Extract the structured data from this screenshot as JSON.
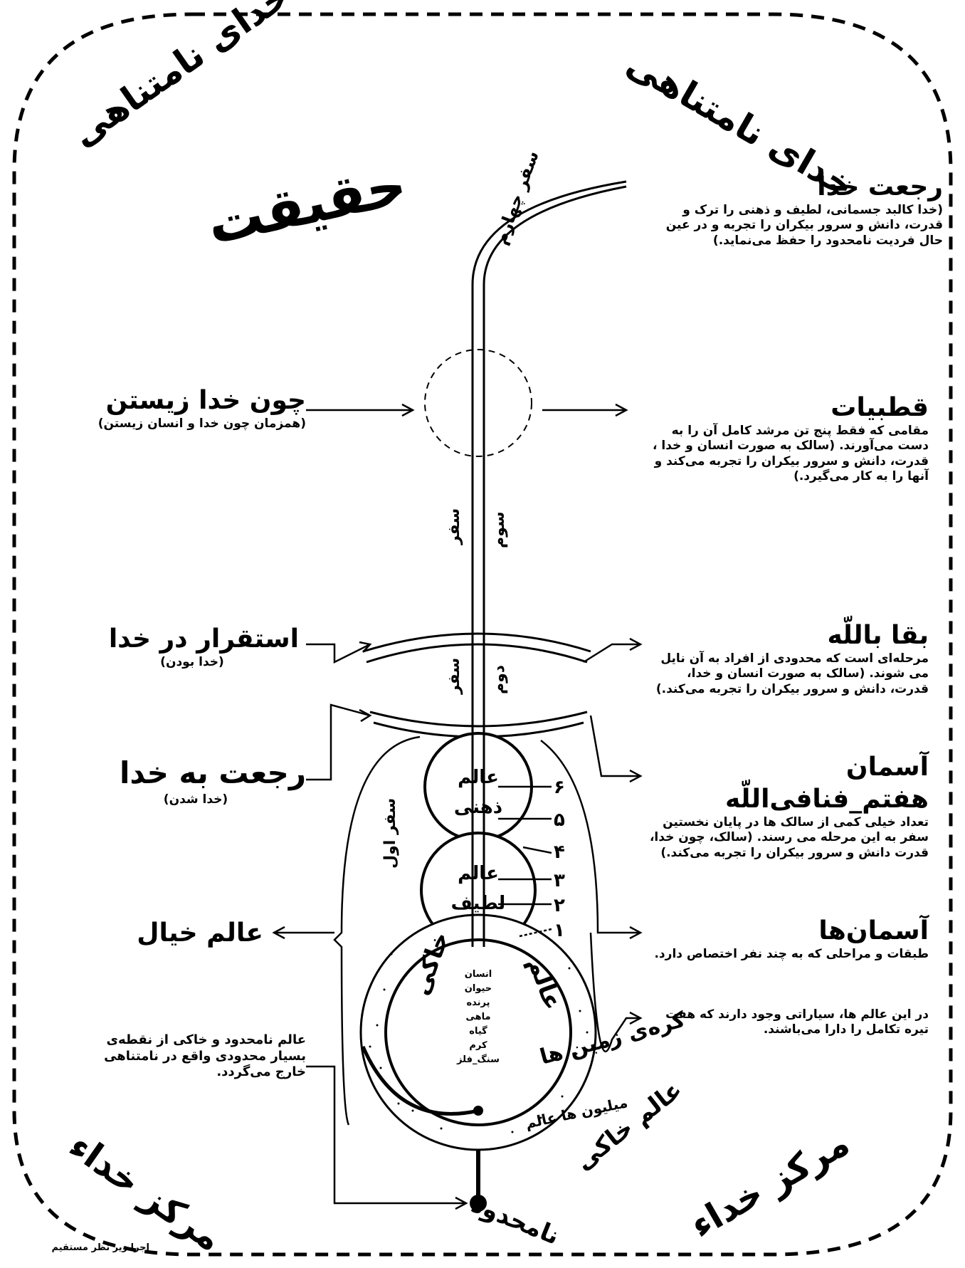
{
  "corners": {
    "top_left": "خدای نامتناهی",
    "top_right": "خدای نامتناهی",
    "bottom_left": "مرکز خداء",
    "bottom_right": "مرکز خداء"
  },
  "title": "حقیقت",
  "right_labels": {
    "rojat_khoda": {
      "title": "رجعت خدا",
      "text": "(خدا کالبد جسمانی، لطیف و ذهنی را ترک و قدرت، دانش و سرور بیکران را تجربه و در عین حال فردیت نامحدود را حفظ می‌نماید.)"
    },
    "qotbiyat": {
      "title": "قطبیات",
      "text": "مقامی که فقط پنج تن مرشد کامل آن را به دست می‌آورند. (سالک به صورت انسان و خدا ، قدرت، دانش و سرور بیکران را تجربه می‌کند و آنها را به کار می‌گیرد.)"
    },
    "baqa": {
      "title": "بقا باللّه",
      "text": "مرحله‌ای است که محدودی از افراد به آن نایل می شوند. (سالک به صورت انسان و خدا، قدرت، دانش و سرور بیکران را تجربه می‌کند.)"
    },
    "aseman_haftom": {
      "title": "آسمان هفتم_فنافی‌اللّه",
      "text": "تعداد خیلی کمی از سالک ها در پایان نخستین سفر به این مرحله می رسند. (سالک، چون خدا، قدرت دانش و سرور بیکران را تجربه می‌کند.)"
    },
    "asemanha": {
      "title": "آسمان‌ها",
      "text": "طبقات و مراحلی که به چند نفر اختصاص دارد."
    },
    "alamha": {
      "text": "در این عالم ها، سیاراتی وجود دارند که هفت تیره تکامل را دارا می‌باشند."
    }
  },
  "left_labels": {
    "choon_khoda": {
      "title": "چون خدا زیستن",
      "text": "(همزمان چون خدا و انسان زیستن)"
    },
    "esteqrar": {
      "title": "استقرار در خدا",
      "text": "(خدا بودن)"
    },
    "rojat_be_khoda": {
      "title": "رجعت به خدا",
      "text": "(خدا شدن)"
    },
    "alam_khiyal": {
      "title": "عالم خیال"
    },
    "alam_namahdood": {
      "text": "عالم نامحدود و خاکی از نقطه‌ی بسیار محدودی واقع در نامتناهی خارج می‌گردد."
    }
  },
  "journeys": {
    "fourth": "سفر چهارم",
    "third_a": "سفر",
    "third_b": "سوم",
    "second_a": "سفر",
    "second_b": "دوم",
    "first": "سفر اول"
  },
  "spheres": {
    "mental": "عالم ذهنی",
    "mental_1": "عالم",
    "mental_2": "ذهنی",
    "subtle_1": "عالم",
    "subtle_2": "لطیف",
    "gross_left": "خاکی",
    "gross_right": "عالم",
    "earth": "کره‌ی زمین ها",
    "millions": "میلیون ها عالم",
    "alam_khaki": "عالم خاکی",
    "namahdood": "نامحدود"
  },
  "evolution": [
    "انسان",
    "حیوان",
    "پرنده",
    "ماهی",
    "گیاه",
    "کرم",
    "سنگ_فلز"
  ],
  "planes": [
    "۶",
    "۵",
    "۴",
    "۳",
    "۲",
    "۱"
  ],
  "footer": "اجرا زیر نظر مستقیم"
}
